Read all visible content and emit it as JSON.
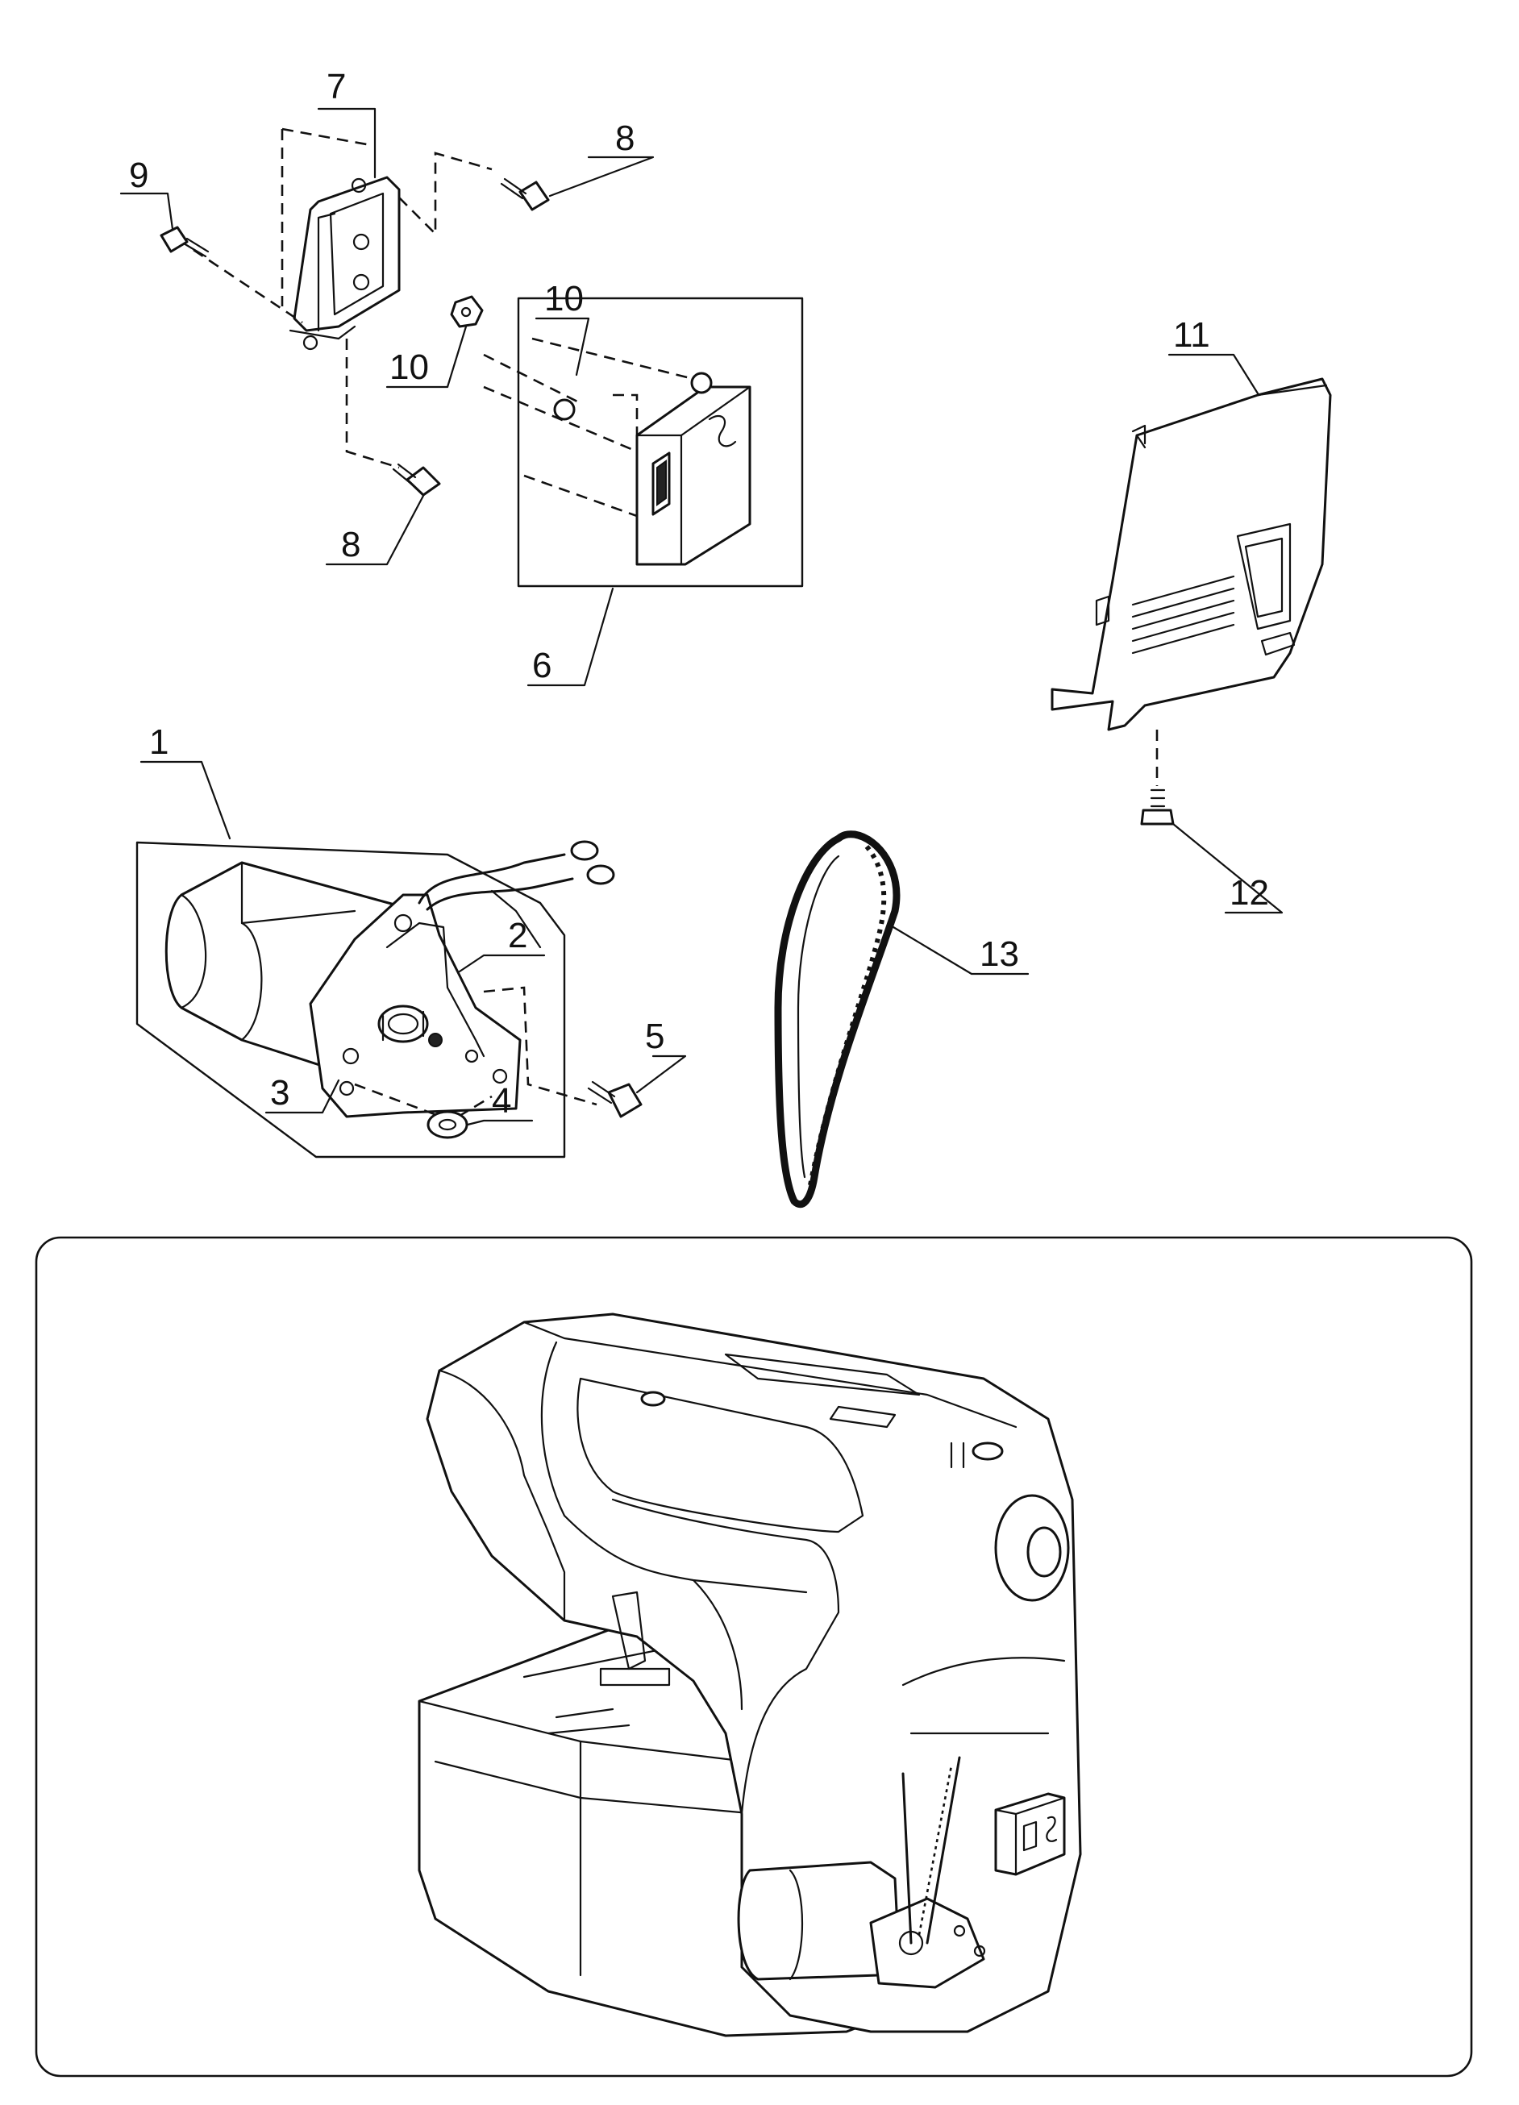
{
  "callouts": [
    {
      "id": "1",
      "label": "1"
    },
    {
      "id": "2",
      "label": "2"
    },
    {
      "id": "3",
      "label": "3"
    },
    {
      "id": "4",
      "label": "4"
    },
    {
      "id": "5",
      "label": "5"
    },
    {
      "id": "6",
      "label": "6"
    },
    {
      "id": "7",
      "label": "7"
    },
    {
      "id": "8a",
      "label": "8"
    },
    {
      "id": "8b",
      "label": "8"
    },
    {
      "id": "9",
      "label": "9"
    },
    {
      "id": "10a",
      "label": "10"
    },
    {
      "id": "10b",
      "label": "10"
    },
    {
      "id": "11",
      "label": "11"
    },
    {
      "id": "12",
      "label": "12"
    },
    {
      "id": "13",
      "label": "13"
    }
  ]
}
